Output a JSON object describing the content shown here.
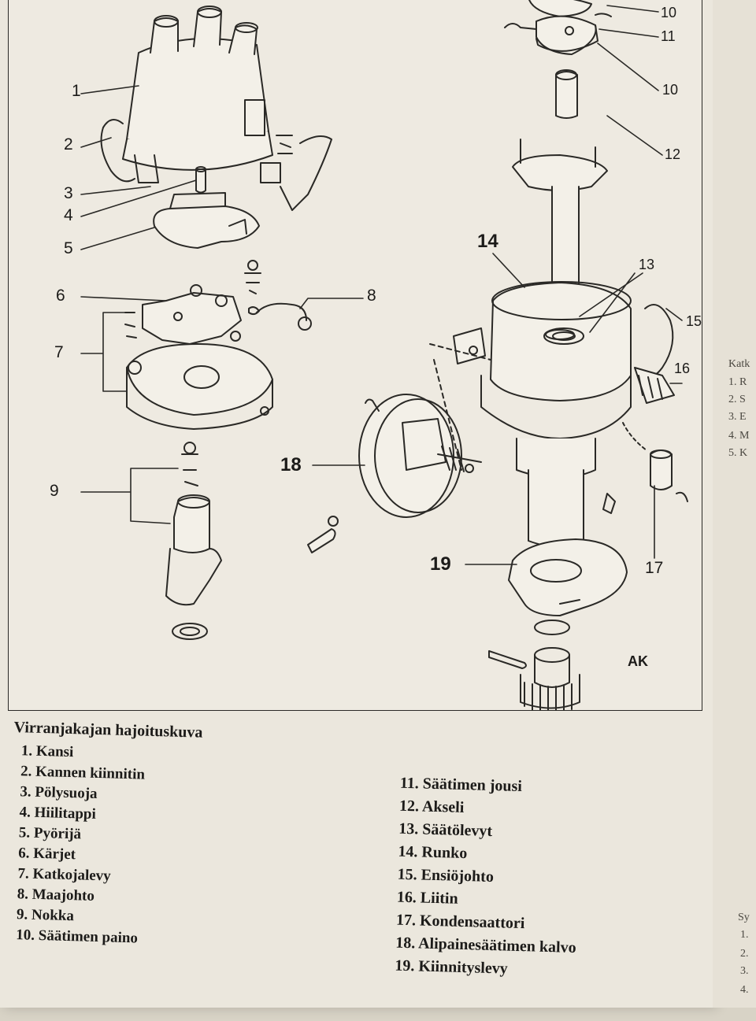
{
  "figure": {
    "callouts": [
      {
        "id": "1",
        "text": "1"
      },
      {
        "id": "2",
        "text": "2"
      },
      {
        "id": "3",
        "text": "3"
      },
      {
        "id": "4",
        "text": "4"
      },
      {
        "id": "5",
        "text": "5"
      },
      {
        "id": "6",
        "text": "6"
      },
      {
        "id": "7",
        "text": "7"
      },
      {
        "id": "8",
        "text": "8"
      },
      {
        "id": "9",
        "text": "9"
      },
      {
        "id": "10a",
        "text": "10"
      },
      {
        "id": "11",
        "text": "11"
      },
      {
        "id": "10b",
        "text": "10"
      },
      {
        "id": "12",
        "text": "12"
      },
      {
        "id": "13",
        "text": "13"
      },
      {
        "id": "14",
        "text": "14"
      },
      {
        "id": "15",
        "text": "15"
      },
      {
        "id": "16",
        "text": "16"
      },
      {
        "id": "17",
        "text": "17"
      },
      {
        "id": "18",
        "text": "18"
      },
      {
        "id": "19",
        "text": "19"
      }
    ],
    "mark": "AK"
  },
  "caption": {
    "title": "Virranjakajan hajoituskuva",
    "items_left": [
      "1. Kansi",
      "2. Kannen kiinnitin",
      "3. Pölysuoja",
      "4. Hiilitappi",
      "5. Pyörijä",
      "6. Kärjet",
      "7. Katkojalevy",
      "8. Maajohto",
      "9. Nokka",
      "10. Säätimen paino"
    ],
    "items_right": [
      "11. Säätimen jousi",
      "12. Akseli",
      "13. Säätölevyt",
      "14. Runko",
      "15. Ensiöjohto",
      "16. Liitin",
      "17. Kondensaattori",
      "18. Alipainesäätimen kalvo",
      "19. Kiinnityslevy"
    ]
  },
  "next_page_bleed": {
    "heading": "Katk",
    "lines": [
      "1. R",
      "2. S",
      "3. E",
      "4. M",
      "5. K"
    ],
    "lower_heading": "Sy",
    "lower_lines": [
      "1.",
      "2.",
      "3.",
      "4."
    ]
  },
  "colors": {
    "paper": "#ebe7dd",
    "ink": "#1c1b19",
    "frame": "#2b2a27"
  }
}
